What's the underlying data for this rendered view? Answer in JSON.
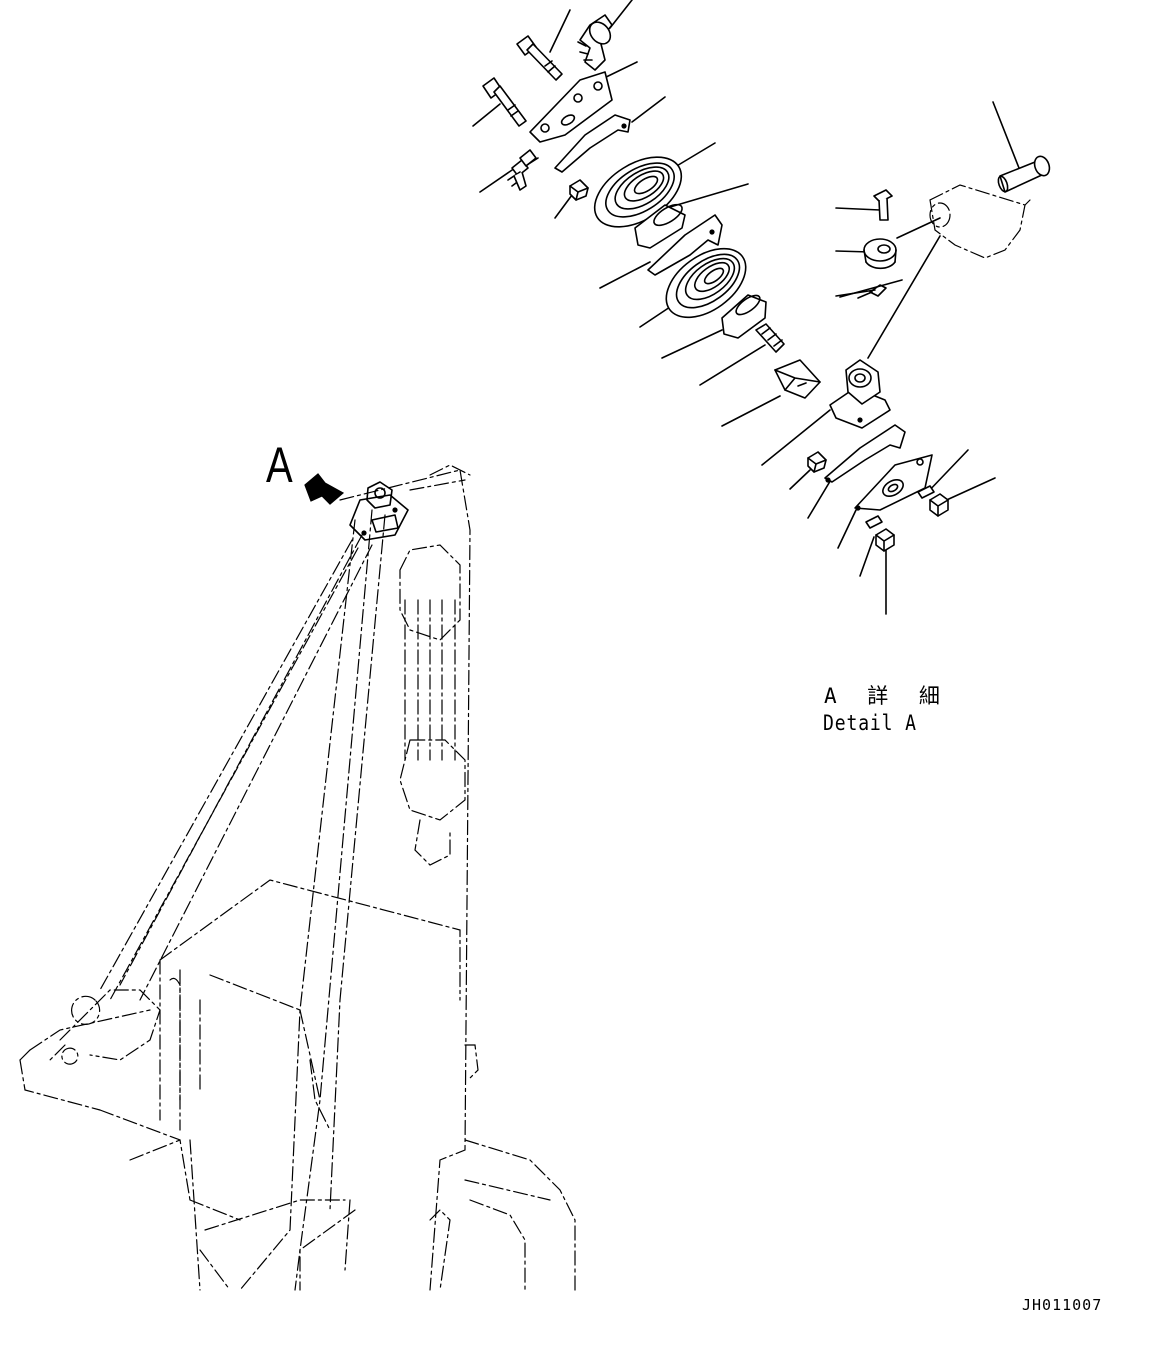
{
  "callout_label": "A",
  "detail_label_jp": "A 詳 細",
  "detail_label_en": "Detail A",
  "drawing_number": "JH011007",
  "colors": {
    "line": "#000000",
    "background": "#ffffff"
  }
}
